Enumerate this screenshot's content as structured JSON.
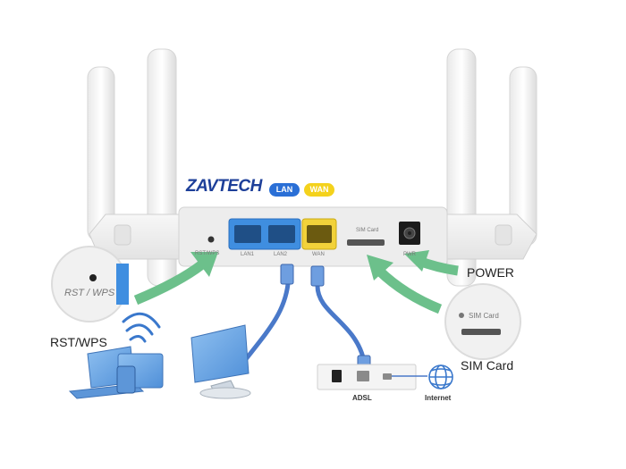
{
  "brand": {
    "logo_text": "ZAVTECH",
    "tagline": ""
  },
  "badges": {
    "lan": "LAN",
    "wan": "WAN"
  },
  "router_labels": {
    "reset_port": "RST/WPS",
    "lan1": "LAN1",
    "lan2": "LAN2",
    "wan": "WAN",
    "sim_slot": "SIM Card",
    "power_port": "PWR"
  },
  "zoom_reset_label": "RST / WPS",
  "zoom_sim_label": "SIM Card",
  "callouts": {
    "power": "POWER",
    "sim": "SIM Card",
    "rst": "RST/WPS"
  },
  "modem": {
    "adsl": "ADSL"
  },
  "internet": "Internet",
  "colors": {
    "arrow": "#6cc08b",
    "cable": "#4a79c9",
    "lan_badge": "#2a6fd6",
    "wan_badge": "#f4d21c",
    "lan_port": "#3f8ee0",
    "wan_port": "#f2d23a",
    "device_blue": "#6fa8e6"
  }
}
